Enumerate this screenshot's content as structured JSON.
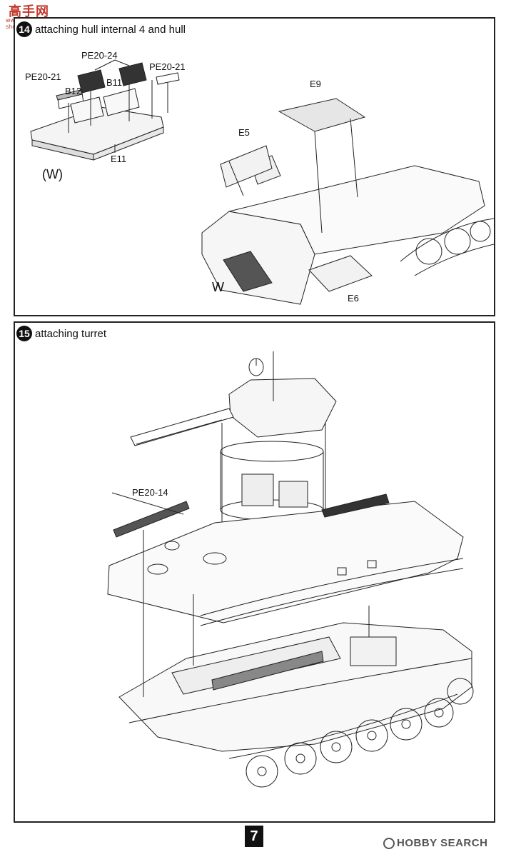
{
  "watermark": {
    "title": "高手网",
    "url": "www.ys-shop.com"
  },
  "step14": {
    "number": "14",
    "title": "attaching hull internal 4 and hull",
    "labels": [
      "PE20-24",
      "PE20-21",
      "PE20-21",
      "B12",
      "B11",
      "E11",
      "(W)",
      "E9",
      "E5",
      "W",
      "E6"
    ]
  },
  "step15": {
    "number": "15",
    "title": "attaching turret",
    "labels": [
      "PE20-14"
    ]
  },
  "page_number": "7",
  "footer_logo": {
    "text": "HOBBY SEARCH"
  }
}
